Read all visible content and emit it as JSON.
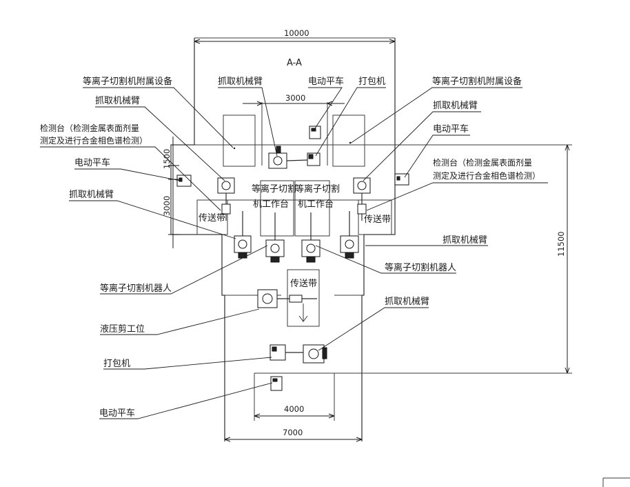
{
  "section_label": "A-A",
  "dimensions": {
    "width_top": "10000",
    "center_gap": "3000",
    "height_right": "11500",
    "left_upper": "1500",
    "left_lower": "3000",
    "bottom_inner": "4000",
    "bottom_outer": "7000"
  },
  "labels": {
    "plasma_accessory_left": "等离子切割机附属设备",
    "grab_arm_top_center": "抓取机械臂",
    "electric_cart_top": "电动平车",
    "packer_top": "打包机",
    "plasma_accessory_right": "等离子切割机附属设备",
    "grab_arm_left_1": "抓取机械臂",
    "inspection_left_line1": "检测台（检测金属表面剂量",
    "inspection_left_line2": "测定及进行合金相色谱检测）",
    "electric_cart_left": "电动平车",
    "grab_arm_left_2": "抓取机械臂",
    "grab_arm_right_1": "抓取机械臂",
    "electric_cart_right": "电动平车",
    "inspection_right_line1": "检测台（检测金属表面剂量",
    "inspection_right_line2": "测定及进行合金相色谱检测）",
    "grab_arm_right_2": "抓取机械臂",
    "plasma_robot_right": "等离子切割机器人",
    "plasma_robot_left": "等离子切割机器人",
    "grab_arm_bottom": "抓取机械臂",
    "hydraulic_shear": "液压剪工位",
    "packer_bottom": "打包机",
    "electric_cart_bottom": "电动平车",
    "conveyor": "传送带",
    "workbench_left_line1": "等离子切割",
    "workbench_left_line2": "机工作台",
    "workbench_right_line1": "等离子切割",
    "workbench_right_line2": "机工作台"
  }
}
